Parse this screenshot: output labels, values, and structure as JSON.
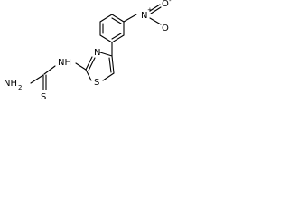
{
  "molecule": {
    "labels": {
      "nh_left": "NH",
      "n2": "2",
      "s_left": "S",
      "nh_center": "NH",
      "n_ring": "N",
      "s_ring": "S",
      "n_nitro": "N",
      "n_plus": "+",
      "o_top": "O",
      "o_minus": "-",
      "o_bottom": "O"
    }
  }
}
